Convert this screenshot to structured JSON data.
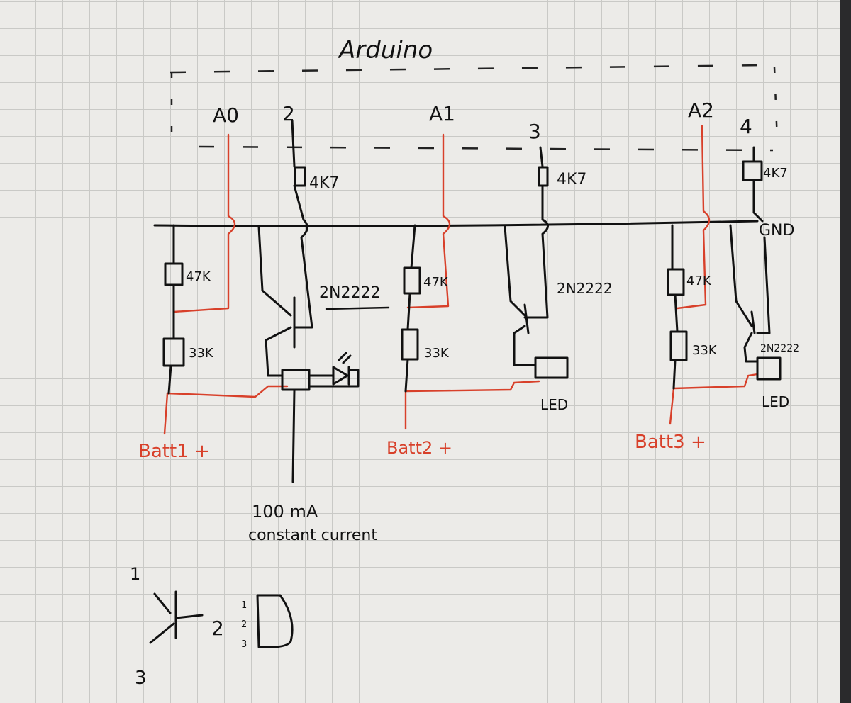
{
  "title": "Arduino",
  "pins": [
    "A0",
    "2",
    "A1",
    "3",
    "A2",
    "4"
  ],
  "ground_label": "GND",
  "pullup_resistor": "4K7",
  "divider": {
    "upper": "47K",
    "lower": "33K"
  },
  "transistor": "2N2222",
  "led_label": "LED",
  "batteries": [
    "Batt1 +",
    "Batt2 +",
    "Batt3 +"
  ],
  "current_source": {
    "line1": "100 mA",
    "line2": "constant current"
  },
  "pinout": {
    "numbers": [
      "1",
      "2",
      "3"
    ],
    "center_pin": "2"
  },
  "colors": {
    "ink": "#111111",
    "red": "#d8402a",
    "paper": "#ecebe8"
  }
}
